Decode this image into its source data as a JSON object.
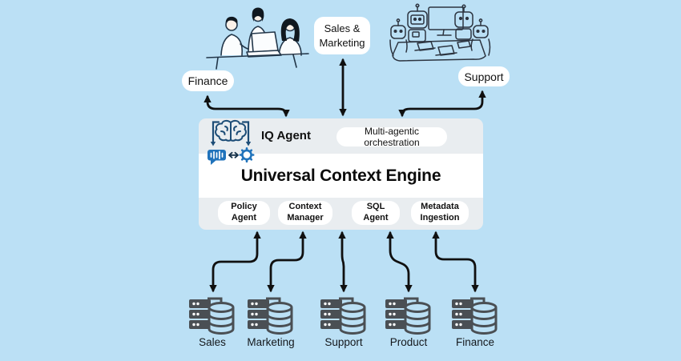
{
  "diagram_title": "Universal Context Engine",
  "colors": {
    "background": "#bbe0f5",
    "panel_gray": "#e9edf0",
    "panel_white": "#ffffff",
    "arrow_black": "#101010",
    "icon_navy": "#1d4d77",
    "icon_blue": "#2073bb",
    "database_gray": "#4a4f54"
  },
  "departments": {
    "finance": {
      "label": "Finance"
    },
    "sales_marketing": {
      "label": "Sales & Marketing"
    },
    "support": {
      "label": "Support"
    }
  },
  "illustrations": {
    "team_meeting": "three-people-at-table-with-laptop",
    "robot_team": "robots-at-table-with-monitor-and-laptops"
  },
  "engine": {
    "agent_label": "IQ Agent",
    "orchestration_label": "Multi-agentic orchestration",
    "title": "Universal Context Engine",
    "components": [
      {
        "label": "Policy Agent"
      },
      {
        "label": "Context Manager"
      },
      {
        "label": "SQL Agent"
      },
      {
        "label": "Metadata Ingestion"
      }
    ]
  },
  "data_sources": [
    {
      "label": "Sales"
    },
    {
      "label": "Marketing"
    },
    {
      "label": "Support"
    },
    {
      "label": "Product"
    },
    {
      "label": "Finance"
    }
  ]
}
